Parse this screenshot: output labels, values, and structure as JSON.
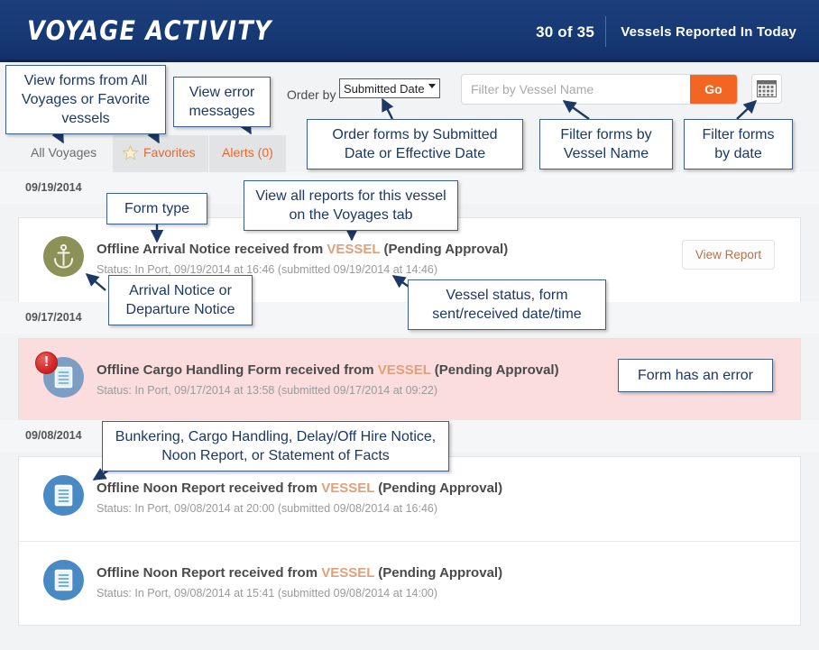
{
  "header": {
    "title": "VOYAGE ACTIVITY",
    "count": "30 of 35",
    "subtitle": "Vessels Reported In Today"
  },
  "toolbar": {
    "order_by_label": "Order by",
    "order_by_value": "Submitted Date",
    "order_by_options": [
      "Submitted Date",
      "Effective Date"
    ],
    "filter_placeholder": "Filter by Vessel Name",
    "filter_value": "",
    "go_label": "Go",
    "calendar_icon": "calendar-icon"
  },
  "tabs": [
    {
      "label": "All Voyages",
      "icon": "",
      "active": true
    },
    {
      "label": "Favorites",
      "icon": "star-icon",
      "active": false
    },
    {
      "label": "Alerts (0)",
      "icon": "",
      "active": false
    }
  ],
  "groups": [
    {
      "date": "09/19/2014",
      "rows": [
        {
          "icon": "anchor-icon",
          "icon_style": "anchor",
          "error": false,
          "title_prefix": "Offline Arrival Notice received from ",
          "vessel": "VESSEL",
          "title_suffix": " (Pending Approval)",
          "status": "Status: In Port, 09/19/2014 at 16:46 (submitted 09/19/2014 at 14:46)",
          "action_label": "View Report"
        }
      ]
    },
    {
      "date": "09/17/2014",
      "rows": [
        {
          "icon": "document-error-icon",
          "icon_style": "doc-error",
          "error": true,
          "title_prefix": "Offline Cargo Handling Form received from ",
          "vessel": "VESSEL",
          "title_suffix": " (Pending Approval)",
          "status": "Status: In Port, 09/17/2014 at 13:58 (submitted 09/17/2014 at 09:22)",
          "action_label": ""
        }
      ]
    },
    {
      "date": "09/08/2014",
      "rows": [
        {
          "icon": "document-icon",
          "icon_style": "doc",
          "error": false,
          "title_prefix": "Offline Noon Report received from ",
          "vessel": "VESSEL",
          "title_suffix": " (Pending Approval)",
          "status": "Status: In Port,  09/08/2014 at 20:00 (submitted  09/08/2014 at 16:46)",
          "action_label": ""
        },
        {
          "icon": "document-icon",
          "icon_style": "doc",
          "error": false,
          "title_prefix": "Offline Noon Report received from ",
          "vessel": "VESSEL",
          "title_suffix": " (Pending Approval)",
          "status": "Status: In Port,  09/08/2014 at 15:41 (submitted  09/08/2014 at 14:00)",
          "action_label": ""
        }
      ]
    }
  ],
  "callouts": {
    "c1": "View forms from All Voyages or Favorite vessels",
    "c2": "View error messages",
    "c3": "Order forms by Submitted Date or Effective Date",
    "c4": "Filter forms by Vessel Name",
    "c5": "Filter forms by date",
    "c6": "Form type",
    "c7": "View all reports for this vessel on the Voyages tab",
    "c8": "Arrival Notice or Departure Notice",
    "c9": "Vessel status, form sent/received date/time",
    "c10": "Form has an error",
    "c11": "Bunkering, Cargo Handling, Delay/Off Hire Notice, Noon Report, or Statement of Facts"
  },
  "colors": {
    "header_blue": "#1c3f7c",
    "accent_orange": "#f26522",
    "error_pink": "#fbdddd",
    "callout_border": "#3d5f8a"
  }
}
